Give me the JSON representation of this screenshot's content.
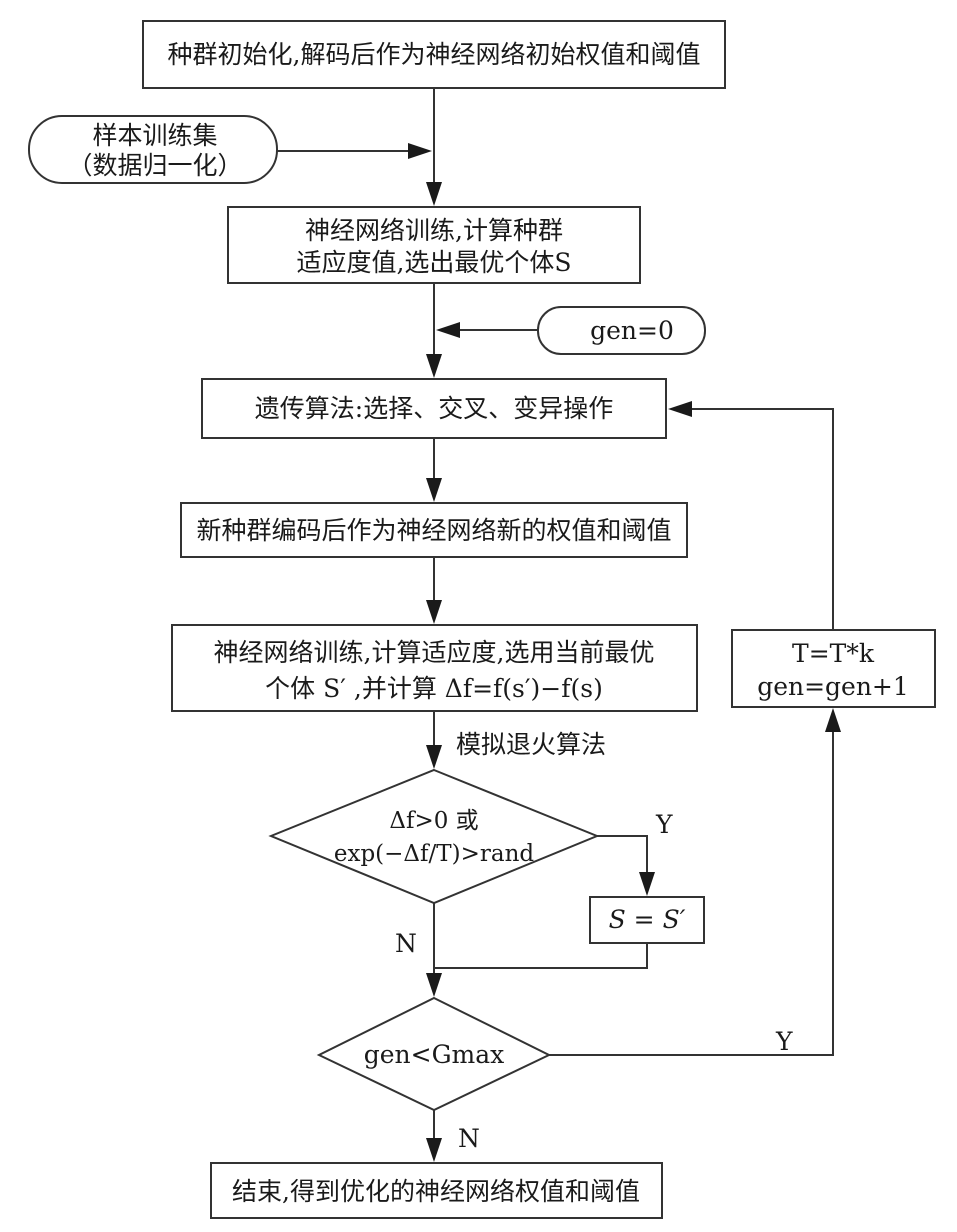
{
  "nodes": {
    "init": "种群初始化,解码后作为神经网络初始权值和阈值",
    "train_set": [
      "样本训练集",
      "（数据归一化）"
    ],
    "train1": [
      "神经网络训练,计算种群",
      "适应度值,选出最优个体S"
    ],
    "gen0": "gen=0",
    "ga": "遗传算法:选择、交叉、变异操作",
    "encode": "新种群编码后作为神经网络新的权值和阈值",
    "train2": [
      "神经网络训练,计算适应度,选用当前最优",
      "个体 S′ ,并计算 Δf=f(s′)−f(s)"
    ],
    "sa_label": "模拟退火算法",
    "cond1": [
      "Δf>0 或",
      "exp(−Δf/T)>rand"
    ],
    "assign": "S = S′",
    "cond2": "gen<Gmax",
    "update": [
      "T=T*k",
      "gen=gen+1"
    ],
    "end": "结束,得到优化的神经网络权值和阈值"
  },
  "edge_labels": {
    "cond1_yes": "Y",
    "cond1_no": "N",
    "cond2_yes": "Y",
    "cond2_no": "N"
  }
}
